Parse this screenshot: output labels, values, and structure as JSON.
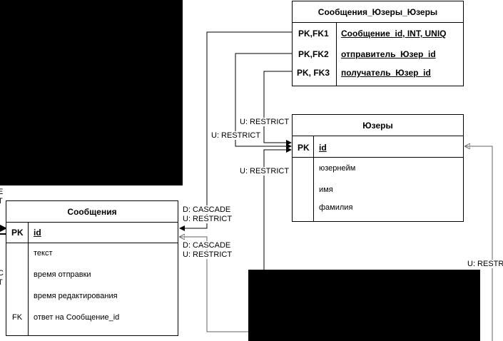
{
  "tables": {
    "messages_users": {
      "title": "Сообщения_Юзеры_Юзеры",
      "rows": [
        {
          "key": "PK,FK1",
          "field": "Сообщение_id, INT, UNIQ"
        },
        {
          "key": "PK,FK2",
          "field": "отправитель_Юзер_id"
        },
        {
          "key": "PK, FK3",
          "field": "получатель_Юзер_id"
        }
      ]
    },
    "users": {
      "title": "Юзеры",
      "pk": {
        "key": "PK",
        "field": "id"
      },
      "fields": [
        "юзернейм",
        "имя",
        "фамилия"
      ]
    },
    "messages": {
      "title": "Сообщения",
      "pk": {
        "key": "PK",
        "field": "id"
      },
      "fields": [
        {
          "key": "",
          "field": "текст"
        },
        {
          "key": "",
          "field": "время отправки"
        },
        {
          "key": "",
          "field": "время редактирования"
        },
        {
          "key": "FK",
          "field": "ответ на Сообщение_id"
        }
      ]
    }
  },
  "labels": {
    "u_restrict_1": "U: RESTRICT",
    "u_restrict_2": "U: RESTRICT",
    "u_restrict_3": "U: RESTRICT",
    "d_cascade_1": "D: CASCADE",
    "u_restrict_4": "U: RESTRICT",
    "d_cascade_2": "D: CASCADE",
    "u_restrict_5": "U: RESTRICT",
    "u_restrict_6": "U: RESTR",
    "edge_e": "E",
    "edge_t1": "T",
    "edge_c": "C",
    "edge_t2": "T"
  },
  "colors": {
    "line": "#000000",
    "line_grey": "#666666",
    "mask": "#000000"
  }
}
